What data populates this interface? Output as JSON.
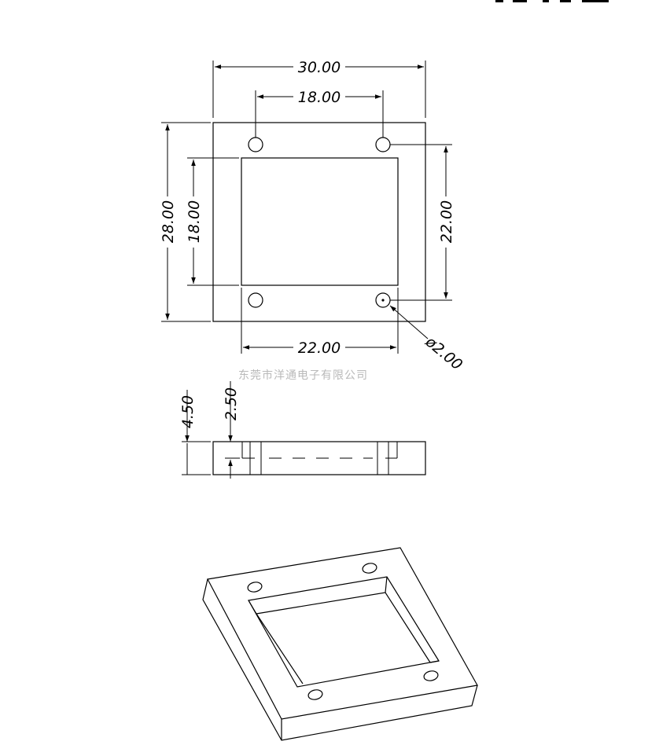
{
  "dimensions": {
    "overall_width": "30.00",
    "hole_spacing_x": "18.00",
    "overall_height": "28.00",
    "pocket_height": "18.00",
    "hole_spacing_y": "22.00",
    "pocket_width": "22.00",
    "hole_diameter": "ø2.00",
    "total_thickness": "4.50",
    "pocket_depth": "2.50"
  },
  "watermark": "东莞市洋通电子有限公司"
}
